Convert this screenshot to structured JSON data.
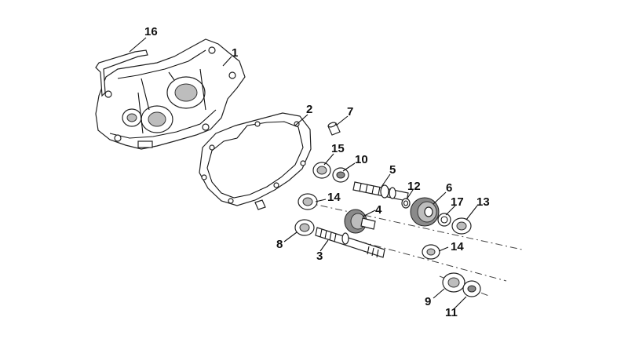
{
  "callouts": [
    {
      "id": "16",
      "text": "16"
    },
    {
      "id": "1",
      "text": "1"
    },
    {
      "id": "2",
      "text": "2"
    },
    {
      "id": "7",
      "text": "7"
    },
    {
      "id": "15",
      "text": "15"
    },
    {
      "id": "10",
      "text": "10"
    },
    {
      "id": "5",
      "text": "5"
    },
    {
      "id": "12",
      "text": "12"
    },
    {
      "id": "6",
      "text": "6"
    },
    {
      "id": "17",
      "text": "17"
    },
    {
      "id": "13",
      "text": "13"
    },
    {
      "id": "14a",
      "text": "14"
    },
    {
      "id": "4",
      "text": "4"
    },
    {
      "id": "8",
      "text": "8"
    },
    {
      "id": "3",
      "text": "3"
    },
    {
      "id": "14b",
      "text": "14"
    },
    {
      "id": "9",
      "text": "9"
    },
    {
      "id": "11",
      "text": "11"
    }
  ]
}
